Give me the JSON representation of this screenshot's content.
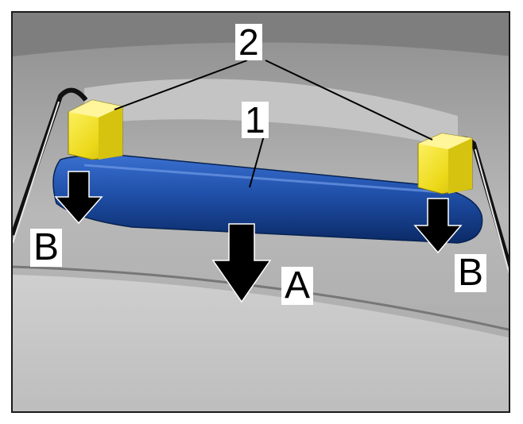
{
  "labels": {
    "part_1": "1",
    "part_2": "2",
    "direction_a": "A",
    "direction_b_left": "B",
    "direction_b_right": "B"
  },
  "colors": {
    "bar": "#1f4fa8",
    "clip": "#f0e21a",
    "arrow": "#000000"
  }
}
